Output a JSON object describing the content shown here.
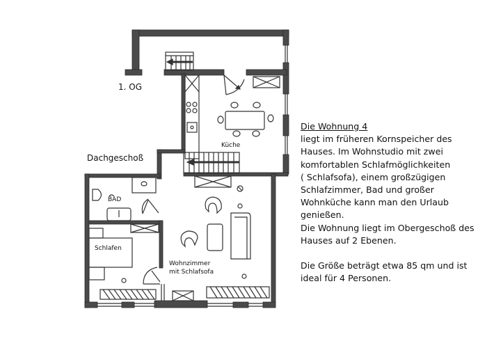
{
  "labels": {
    "floor_upper": "1. OG",
    "floor_lower": "Dachgeschoß",
    "kitchen": "Küche",
    "bathroom": "BAD",
    "bedroom": "Schlafen",
    "living_line1": "Wohnzimmer",
    "living_line2": "mit Schlafsofa"
  },
  "description": {
    "title": "Die Wohnung 4",
    "lines": [
      "liegt im früheren Kornspeicher des",
      "Hauses. Im Wohnstudio mit zwei",
      "komfortablen Schlafmöglichkeiten",
      "( Schlafsofa), einem großzügigen",
      "Schlafzimmer, Bad und großer",
      "Wohnküche kann man den Urlaub",
      "genießen.",
      "Die Wohnung liegt  im Obergeschoß des",
      "Hauses auf 2 Ebenen."
    ],
    "size_lines": [
      "Die Größe beträgt etwa 85 qm und ist",
      "ideal für 4 Personen."
    ]
  },
  "colors": {
    "wall": "#4a4a4a",
    "line": "#333333",
    "text": "#111111",
    "background": "#ffffff"
  }
}
